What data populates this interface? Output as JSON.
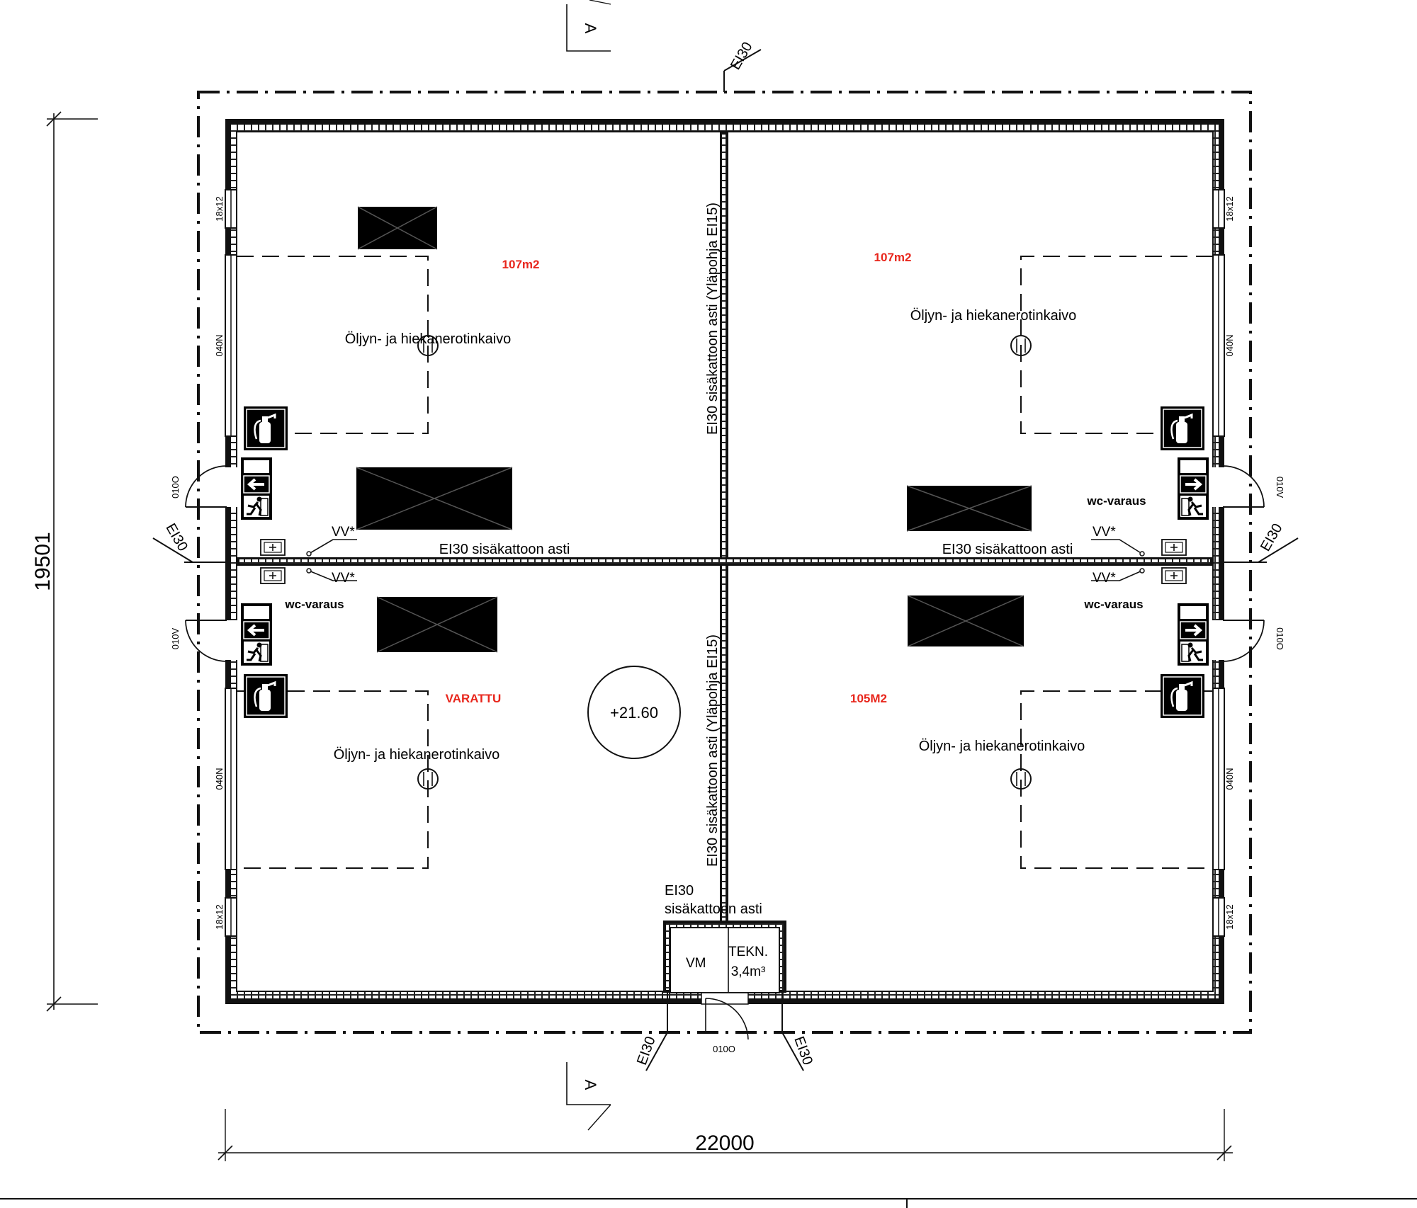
{
  "colors": {
    "line": "#111111",
    "area_label": "#e8261c",
    "background": "#ffffff"
  },
  "dimensions": {
    "height": "19501",
    "width": "22000"
  },
  "section_marker": "A",
  "units": [
    {
      "area": "107m2",
      "feature": "Öljyn- ja hiekanerotinkaivo"
    },
    {
      "area": "107m2",
      "feature": "Öljyn- ja hiekanerotinkaivo"
    },
    {
      "area": "VARATTU",
      "feature": "Öljyn- ja hiekanerotinkaivo"
    },
    {
      "area": "105M2",
      "feature": "Öljyn- ja hiekanerotinkaivo"
    }
  ],
  "walls": {
    "vertical_upper": "EI30 sisäkattoon asti (Yläpohja EI15)",
    "vertical_lower": "EI30 sisäkattoon asti (Yläpohja EI15)",
    "horizontal_left": "EI30 sisäkattoon asti",
    "horizontal_right": "EI30 sisäkattoon asti",
    "tech_wall_line1": "EI30",
    "tech_wall_line2": "sisäkattoon asti"
  },
  "fire_class": "EI30",
  "wc_label": "wc-varaus",
  "tap_label": "VV*",
  "level": "+21.60",
  "technical_room": {
    "meter": "VM",
    "label": "TEKN.",
    "volume": "3,4m³"
  },
  "window_labels": {
    "small": "18x12",
    "large": "040N"
  },
  "door_labels": {
    "d1": "010O",
    "d2": "010V",
    "d3": "010O"
  },
  "icons": [
    "fire-extinguisher-icon",
    "emergency-exit-icon",
    "exit-arrow-icon",
    "floor-drain-icon",
    "wc-fixture-icon"
  ]
}
